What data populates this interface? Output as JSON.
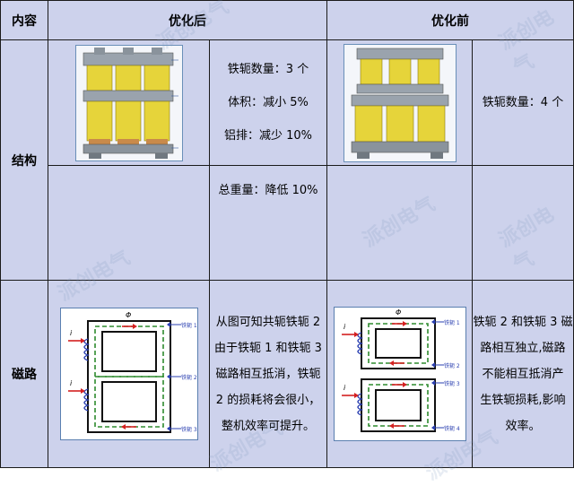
{
  "header": {
    "col_content": "内容",
    "col_after": "优化后",
    "col_before": "优化前"
  },
  "rows": {
    "structure": {
      "label": "结构",
      "after_lines": [
        "铁轭数量：3 个",
        "体积：减小 5%",
        "铝排：减少 10%"
      ],
      "before_lines": [
        "铁轭数量：4 个"
      ]
    },
    "weight": {
      "after_text": "总重量：降低 10%"
    },
    "magnetic": {
      "label": "磁路",
      "after_lines": [
        "从图可知共轭铁轭 2",
        "由于铁轭 1 和铁轭 3",
        "磁路相互抵消，铁轭",
        "2 的损耗将会很小，",
        "整机效率可提升。"
      ],
      "before_lines": [
        "铁轭 2 和铁轭 3 磁",
        "路相互独立,磁路",
        "不能相互抵消产",
        "生铁轭损耗,影响",
        "效率。"
      ]
    }
  },
  "diagram_labels": {
    "phi": "Φ",
    "current": "i",
    "after_yokes": [
      "铁轭 1",
      "铁轭 2",
      "铁轭 3"
    ],
    "before_yokes": [
      "铁轭 1",
      "铁轭 2",
      "铁轭 3",
      "铁轭 4"
    ]
  },
  "watermark": "派创电气",
  "colors": {
    "table_bg": "#cdd2ec",
    "coil_yellow": "#e6d43a",
    "flux_green": "#2e8b2e",
    "arrow_red": "#d42020",
    "arrow_blue": "#2a3fb0"
  }
}
